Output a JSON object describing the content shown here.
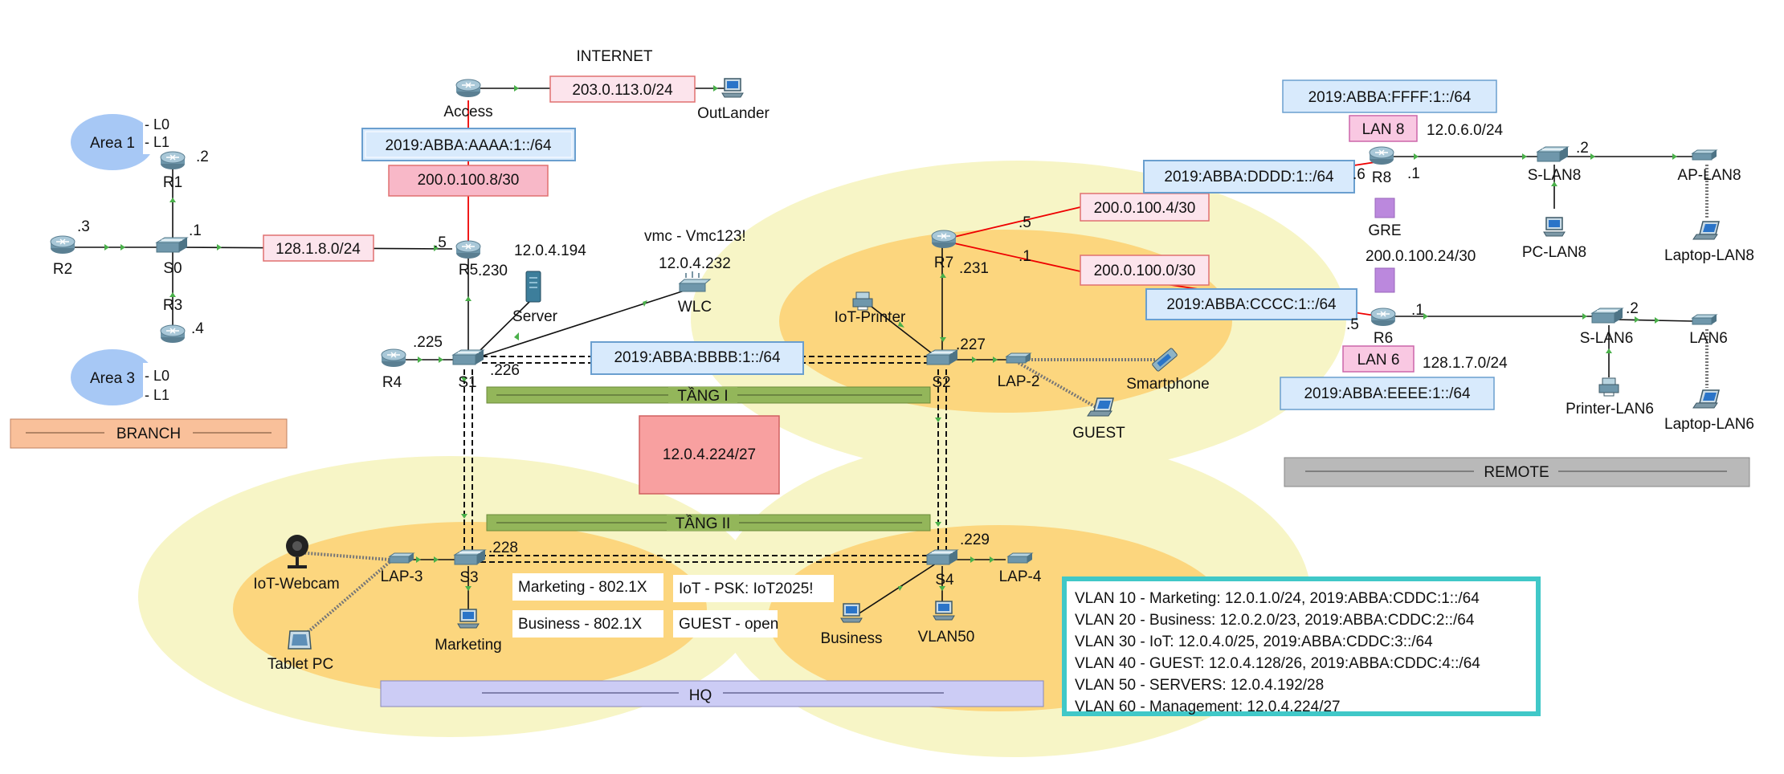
{
  "labels": {
    "internet": "INTERNET",
    "access": "Access",
    "outlander": "OutLander",
    "net_203": "203.0.113.0/24",
    "ipv6_aaaa": "2019:ABBA:AAAA:1::/64",
    "net_200_8": "200.0.100.8/30",
    "area1": "Area 1",
    "area1_l0": "- L0",
    "area1_l1": "- L1",
    "r1": "R1",
    "r1_ip": ".2",
    "r2": "R2",
    "r2_ip": ".3",
    "s0": "S0",
    "s0_ip": ".1",
    "r3": "R3",
    "r3_ip": ".4",
    "area3": "Area 3",
    "area3_l0": "- L0",
    "area3_l1": "- L1",
    "branch": "BRANCH",
    "net_128_1_8": "128.1.8.0/24",
    "r5_ip5": ".5",
    "r5": "R5",
    "r5_ip230": ".230",
    "server_ip": "12.0.4.194",
    "server": "Server",
    "r4": "R4",
    "r4_ip": ".225",
    "s1": "S1",
    "s1_ip": ".226",
    "wlc_cred": "vmc - Vmc123!",
    "wlc_ip": "12.0.4.232",
    "wlc": "WLC",
    "ipv6_bbbb": "2019:ABBA:BBBB:1::/64",
    "tang1": "TẦNG I",
    "mgmt_net": "12.0.4.224/27",
    "tang2": "TẦNG II",
    "r7": "R7",
    "r7_ip231": ".231",
    "r7_ip5": ".5",
    "r7_ip1": ".1",
    "net_200_4": "200.0.100.4/30",
    "net_200_0": "200.0.100.0/30",
    "iot_printer": "IoT-Printer",
    "s2": "S2",
    "s2_ip": ".227",
    "lap2": "LAP-2",
    "smartphone": "Smartphone",
    "guest": "GUEST",
    "ipv6_dddd": "2019:ABBA:DDDD:1::/64",
    "ipv6_cccc": "2019:ABBA:CCCC:1::/64",
    "s3": "S3",
    "s3_ip": ".228",
    "lap3": "LAP-3",
    "iot_webcam": "IoT-Webcam",
    "tablet": "Tablet PC",
    "marketing": "Marketing",
    "ssid_marketing": "Marketing - 802.1X",
    "ssid_business": "Business - 802.1X",
    "ssid_iot": "IoT - PSK: IoT2025!",
    "ssid_guest": "GUEST - open",
    "s4": "S4",
    "s4_ip": ".229",
    "lap4": "LAP-4",
    "business": "Business",
    "vlan50": "VLAN50",
    "hq": "HQ",
    "ipv6_ffff": "2019:ABBA:FFFF:1::/64",
    "lan8": "LAN 8",
    "lan8_net": "12.0.6.0/24",
    "r8": "R8",
    "r8_ip6": ".6",
    "r8_ip1": ".1",
    "slan8": "S-LAN8",
    "slan8_ip": ".2",
    "aplan8": "AP-LAN8",
    "pclan8": "PC-LAN8",
    "laptoplan8": "Laptop-LAN8",
    "gre": "GRE",
    "gre_net": "200.0.100.24/30",
    "r6": "R6",
    "r6_ip5": ".5",
    "r6_ip1": ".1",
    "slan6": "S-LAN6",
    "slan6_ip": ".2",
    "lan6_dev": "LAN6",
    "lan6": "LAN 6",
    "lan6_net": "128.1.7.0/24",
    "ipv6_eeee": "2019:ABBA:EEEE:1::/64",
    "printerlan6": "Printer-LAN6",
    "laptoplan6": "Laptop-LAN6",
    "remote": "REMOTE"
  },
  "vlans": [
    "VLAN 10 - Marketing: 12.0.1.0/24, 2019:ABBA:CDDC:1::/64",
    "VLAN 20 - Business: 12.0.2.0/23, 2019:ABBA:CDDC:2::/64",
    "VLAN 30 - IoT: 12.0.4.0/25, 2019:ABBA:CDDC:3::/64",
    "VLAN 40 - GUEST: 12.0.4.128/26, 2019:ABBA:CDDC:4::/64",
    "VLAN 50 - SERVERS: 12.0.4.192/28",
    "VLAN 60 - Management: 12.0.4.224/27"
  ],
  "colors": {
    "zone_outer": "#f7f5c6",
    "zone_inner": "#fcd67e",
    "ipv6_box": "#d8eafc",
    "ipv4_box": "#fce4ec",
    "box_border_red": "#e07070",
    "tang_bar": "#93b65a",
    "mgmt_box": "#f8a0a0",
    "branch_bar": "#f9c09a",
    "hq_bar": "#ccccf5",
    "remote_bar": "#b9b9b9",
    "lan_label": "#f9c8e2",
    "gre_purple": "#bb88dd",
    "vlan_border": "#40c8c8",
    "red_link": "#ee0000"
  }
}
